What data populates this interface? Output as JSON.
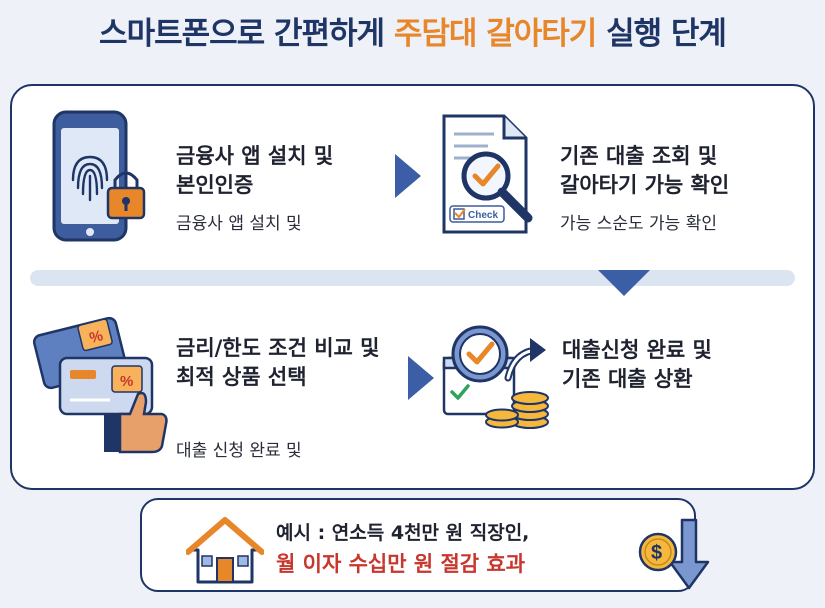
{
  "header": {
    "title_part1": "스마트폰으로 간편하게 ",
    "title_highlight": "주담대 갈아타기",
    "title_part2": " 실행 단계"
  },
  "steps": [
    {
      "title_line1": "금융사 앱 설치 및",
      "title_line2": "본인인증",
      "sub": "금융사 앱 설치 및",
      "icon": "smartphone-fingerprint-lock-icon"
    },
    {
      "title_line1": "기존 대출 조회 및",
      "title_line2": "갈아타기 가능 확인",
      "sub": "가능 스순도 가능 확인",
      "icon": "document-magnifier-check-icon",
      "check_label": "Check"
    },
    {
      "title_line1": "금리/한도 조건 비교 및",
      "title_line2": "최적 상품 선택",
      "sub": "대출 신청 완료 및",
      "icon": "cards-thumbs-up-icon",
      "percent": "%"
    },
    {
      "title_line1": "대출신청 완료 및",
      "title_line2": "기존 대출 상환",
      "sub": "",
      "icon": "check-coins-arrow-icon"
    }
  ],
  "example": {
    "line1": "예시 : 연소득 4천만 원 직장인,",
    "line2": "월 이자 수십만 원 절감 효과",
    "currency_symbol": "$"
  },
  "colors": {
    "navy": "#1e3566",
    "accent_orange": "#e8862a",
    "arrow_blue": "#3c5ea6",
    "red_text": "#c8372d"
  }
}
